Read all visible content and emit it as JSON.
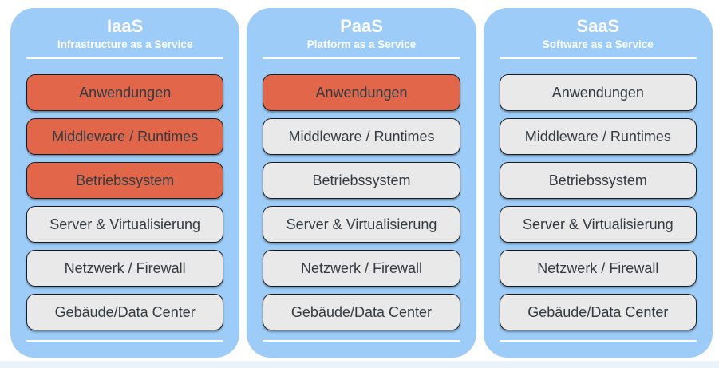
{
  "colors": {
    "panel_blue": "#9cccf7",
    "highlight_orange": "#e2674a",
    "box_gray": "#e9e9e9",
    "box_border": "#1b1b1b",
    "box_text": "#333a40",
    "header_text": "#ffffff",
    "page_bg": "#ffffff",
    "bottom_strip": "#eaf2fa"
  },
  "columns": [
    {
      "title": "IaaS",
      "subtitle": "Infrastructure as a Service",
      "boxes": [
        {
          "label": "Anwendungen",
          "highlighted": true
        },
        {
          "label": "Middleware / Runtimes",
          "highlighted": true
        },
        {
          "label": "Betriebssystem",
          "highlighted": true
        },
        {
          "label": "Server & Virtualisierung",
          "highlighted": false
        },
        {
          "label": "Netzwerk / Firewall",
          "highlighted": false
        },
        {
          "label": "Gebäude/Data Center",
          "highlighted": false
        }
      ]
    },
    {
      "title": "PaaS",
      "subtitle": "Platform as a Service",
      "boxes": [
        {
          "label": "Anwendungen",
          "highlighted": true
        },
        {
          "label": "Middleware / Runtimes",
          "highlighted": false
        },
        {
          "label": "Betriebssystem",
          "highlighted": false
        },
        {
          "label": "Server & Virtualisierung",
          "highlighted": false
        },
        {
          "label": "Netzwerk / Firewall",
          "highlighted": false
        },
        {
          "label": "Gebäude/Data Center",
          "highlighted": false
        }
      ]
    },
    {
      "title": "SaaS",
      "subtitle": "Software as a Service",
      "boxes": [
        {
          "label": "Anwendungen",
          "highlighted": false
        },
        {
          "label": "Middleware / Runtimes",
          "highlighted": false
        },
        {
          "label": "Betriebssystem",
          "highlighted": false
        },
        {
          "label": "Server & Virtualisierung",
          "highlighted": false
        },
        {
          "label": "Netzwerk / Firewall",
          "highlighted": false
        },
        {
          "label": "Gebäude/Data Center",
          "highlighted": false
        }
      ]
    }
  ]
}
